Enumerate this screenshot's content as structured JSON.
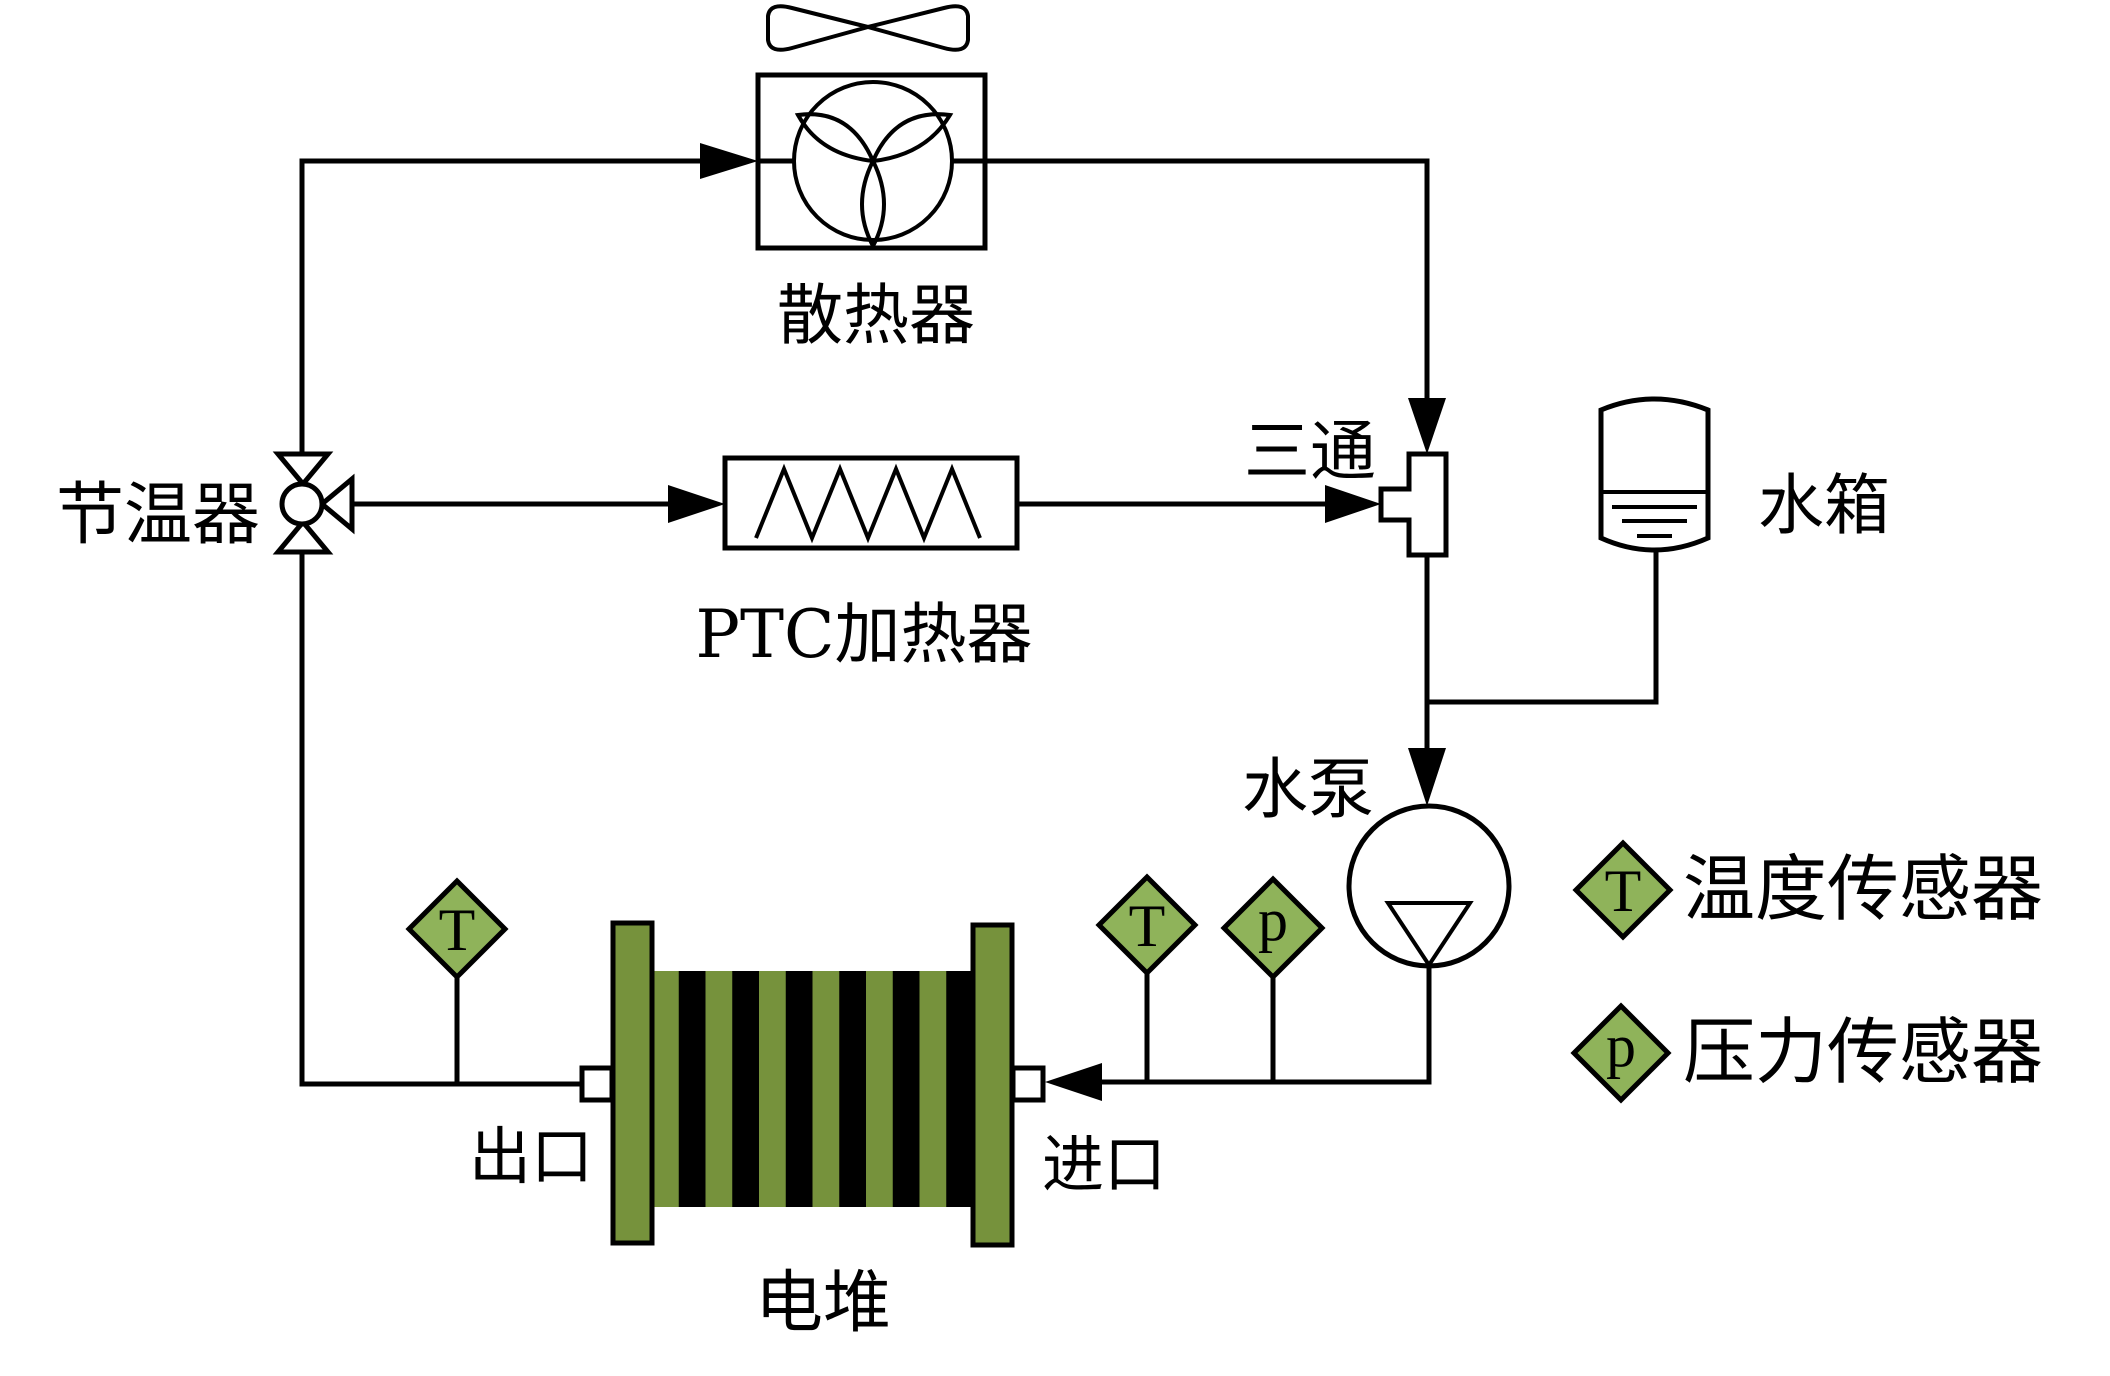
{
  "diagram": {
    "title": "燃料电池热管理系统结构示意图",
    "components": {
      "radiator": {
        "label": "散热器",
        "icon": "radiator-fan-icon"
      },
      "thermostat": {
        "label": "节温器",
        "icon": "three-way-valve-icon"
      },
      "ptc_heater": {
        "label": "PTC加热器",
        "icon": "resistor-heater-icon"
      },
      "tee": {
        "label": "三通",
        "icon": "tee-junction-icon"
      },
      "water_tank": {
        "label": "水箱",
        "icon": "water-tank-icon"
      },
      "water_pump": {
        "label": "水泵",
        "icon": "pump-icon"
      },
      "stack": {
        "label": "电堆",
        "icon": "fuel-cell-stack-icon",
        "outlet_label": "出口",
        "inlet_label": "进口"
      }
    },
    "sensors": {
      "outlet_temperature": {
        "symbol": "T"
      },
      "inlet_temperature": {
        "symbol": "T"
      },
      "inlet_pressure": {
        "symbol": "p"
      }
    },
    "legend": [
      {
        "symbol": "T",
        "label": "温度传感器"
      },
      {
        "symbol": "p",
        "label": "压力传感器"
      }
    ],
    "colors": {
      "sensor_fill": "#8fb35a",
      "stack_green": "#76923c",
      "stack_dark": "#000000",
      "line": "#000000"
    }
  }
}
